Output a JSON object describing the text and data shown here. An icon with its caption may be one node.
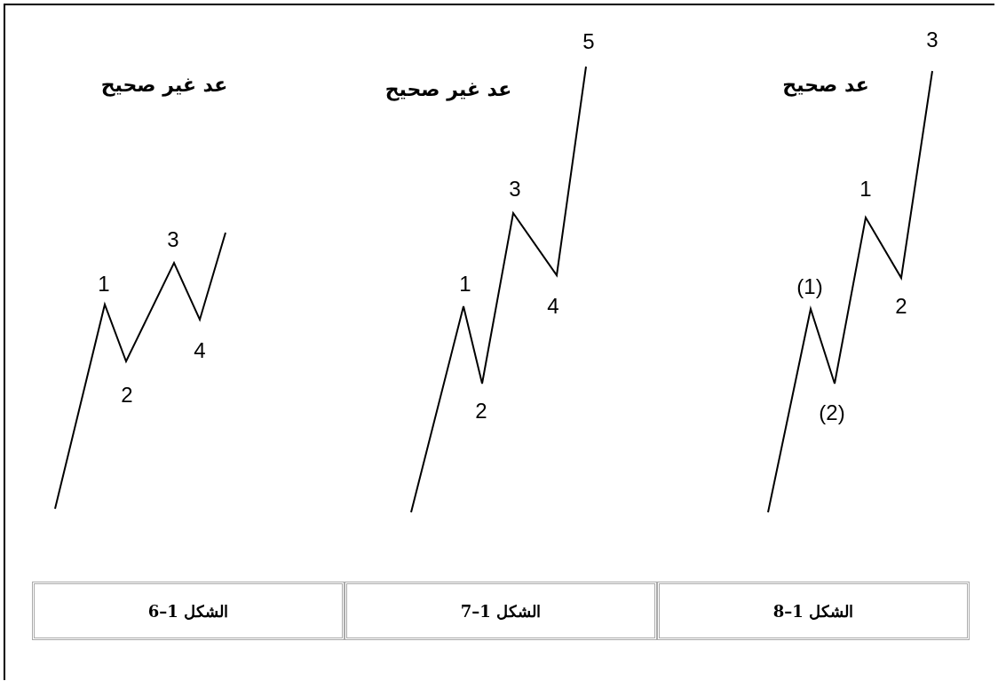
{
  "diagram": {
    "labels": [
      "عد غير صحيح",
      "1",
      "2",
      "3",
      "4",
      "عد غير صحيح",
      "1",
      "2",
      "3",
      "4",
      "5",
      "عد صحيح",
      "(1)",
      "(2)",
      "1",
      "2",
      "3",
      "الشكل 1–6",
      "الشكل 1–7",
      "الشكل 1–8"
    ]
  }
}
